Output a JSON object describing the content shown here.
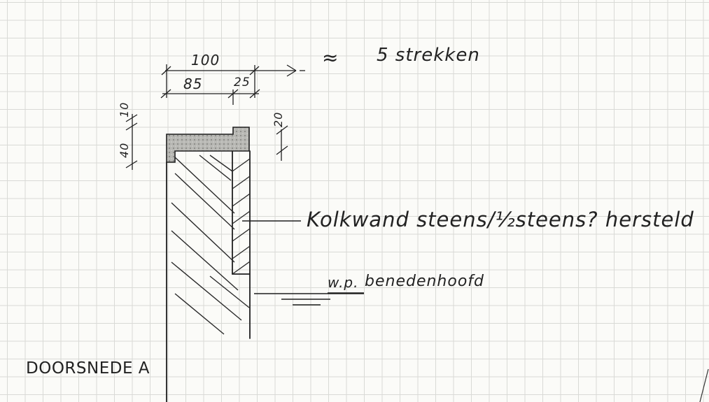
{
  "dimensions": {
    "total_width": "100",
    "left_part": "85",
    "right_part": "25",
    "top_layer": "10",
    "cap_height": "40",
    "step_height": "20"
  },
  "annotations": {
    "approx_symbol": "≈",
    "strekken": "5 strekken",
    "kolkwand": "Kolkwand steens/½steens? hersteld",
    "wp_label": "w.p.",
    "wp_label_rest": "benedenhoofd"
  },
  "section_title": "DOORSNEDE A"
}
